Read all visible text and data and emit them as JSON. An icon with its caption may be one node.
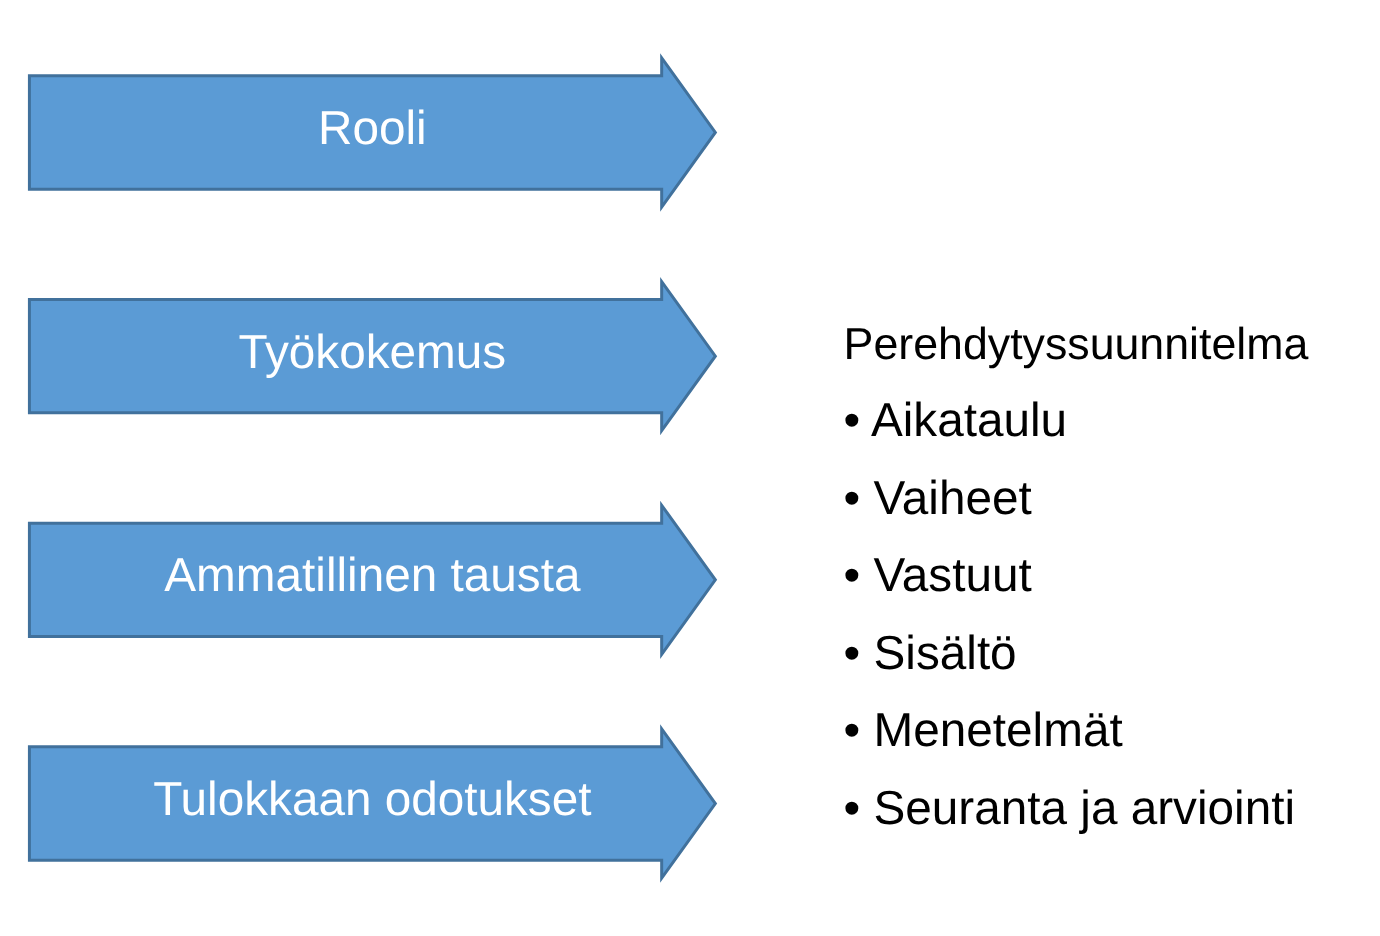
{
  "diagram": {
    "nodes": [
      {
        "text": [
          "Rooli"
        ]
      },
      {
        "text": [
          "Työkokemus"
        ]
      },
      {
        "text": [
          "Ammatillinen tausta"
        ]
      },
      {
        "text": [
          "Tulokkaan odotukset"
        ]
      },
      {
        "text": [
          "Perehdytyssuunnitelma",
          "• Aikataulu",
          "• Vaiheet",
          "• Vastuut",
          "• Sisältö",
          "• Menetelmät",
          "• Seuranta ja arviointi"
        ]
      }
    ],
    "edges": []
  }
}
